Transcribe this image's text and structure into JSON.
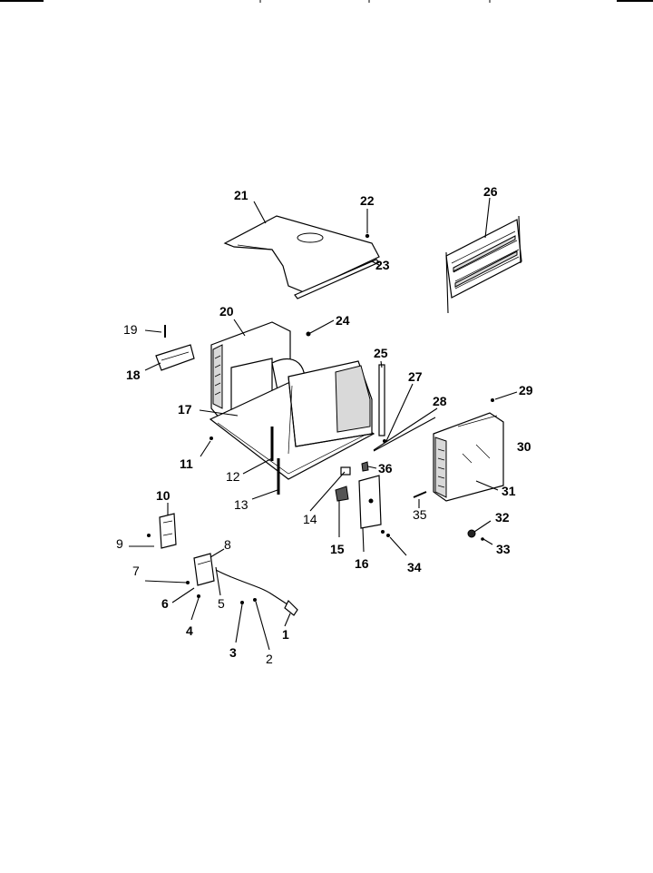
{
  "labels": {
    "p1": "1",
    "p2": "2",
    "p3": "3",
    "p4": "4",
    "p5": "5",
    "p6": "6",
    "p7": "7",
    "p8": "8",
    "p9": "9",
    "p10": "10",
    "p11": "11",
    "p12": "12",
    "p13": "13",
    "p14": "14",
    "p15": "15",
    "p16": "16",
    "p17": "17",
    "p18": "18",
    "p19": "19",
    "p20": "20",
    "p21": "21",
    "p22": "22",
    "p23": "23",
    "p24": "24",
    "p25": "25",
    "p26": "26",
    "p27": "27",
    "p28": "28",
    "p29": "29",
    "p30": "30",
    "p31": "31",
    "p32": "32",
    "p33": "33",
    "p34": "34",
    "p35": "35",
    "p36": "36"
  }
}
